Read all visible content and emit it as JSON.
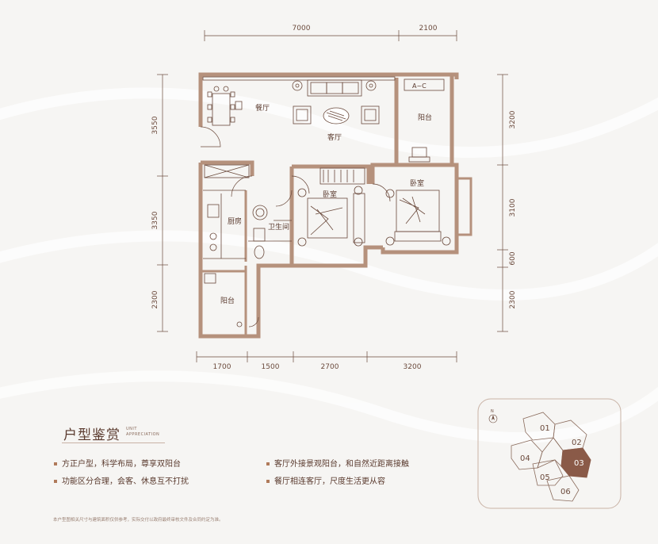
{
  "dimensions": {
    "top": [
      "7000",
      "2100"
    ],
    "bottom": [
      "1700",
      "1500",
      "2700",
      "3200"
    ],
    "left": [
      "3550",
      "3350",
      "2300"
    ],
    "right": [
      "3200",
      "3100",
      "600",
      "2300"
    ]
  },
  "rooms": {
    "dining": "餐厅",
    "living": "客厅",
    "balcony_top": "阳台",
    "bedroom_1": "卧室",
    "bedroom_2": "卧室",
    "kitchen": "厨房",
    "bathroom": "卫生间",
    "balcony_bottom": "阳台",
    "ac_unit": "A~C"
  },
  "section": {
    "title": "户型鉴赏",
    "subtitle_line1": "UNIT",
    "subtitle_line2": "APPRECIATION"
  },
  "features": [
    "方正户型，科学布局，尊享双阳台",
    "功能区分合理，会客、休息互不打扰",
    "客厅外接景观阳台，和自然近距离接触",
    "餐厅相连客厅，尺度生活更从容"
  ],
  "keyplan": {
    "north": "N",
    "units": [
      "01",
      "02",
      "03",
      "04",
      "05",
      "06"
    ],
    "highlight": "03",
    "highlight_color": "#8a5a48"
  },
  "footnote": "本户型图相关尺寸与建筑面积仅供参考，实际交付以政府最终审核文件及合同约定为准。",
  "colors": {
    "wall": "#b5917c",
    "line": "#6b4a3c",
    "text": "#5a3a2e"
  }
}
